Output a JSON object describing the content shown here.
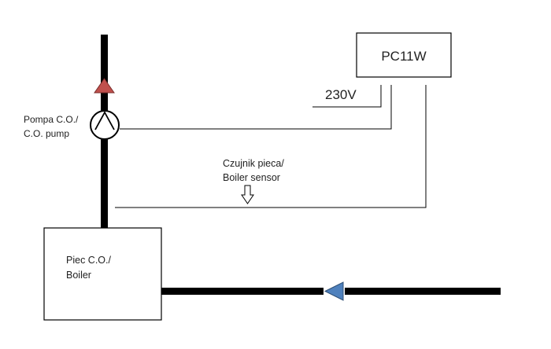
{
  "colors": {
    "background": "#ffffff",
    "pipe": "#000000",
    "wire": "#000000",
    "up_arrow": "#c0504d",
    "left_arrow": "#4f81bd"
  },
  "controller": {
    "label": "PC11W"
  },
  "power": {
    "label": "230V"
  },
  "pump": {
    "label_line1": "Pompa C.O./",
    "label_line2": "C.O. pump",
    "icon": "circulation-pump-icon"
  },
  "sensor": {
    "label_line1": "Czujnik pieca/",
    "label_line2": "Boiler sensor",
    "icon": "hollow-down-arrow-icon"
  },
  "boiler": {
    "label_line1": "Piec C.O./",
    "label_line2": "Boiler"
  }
}
